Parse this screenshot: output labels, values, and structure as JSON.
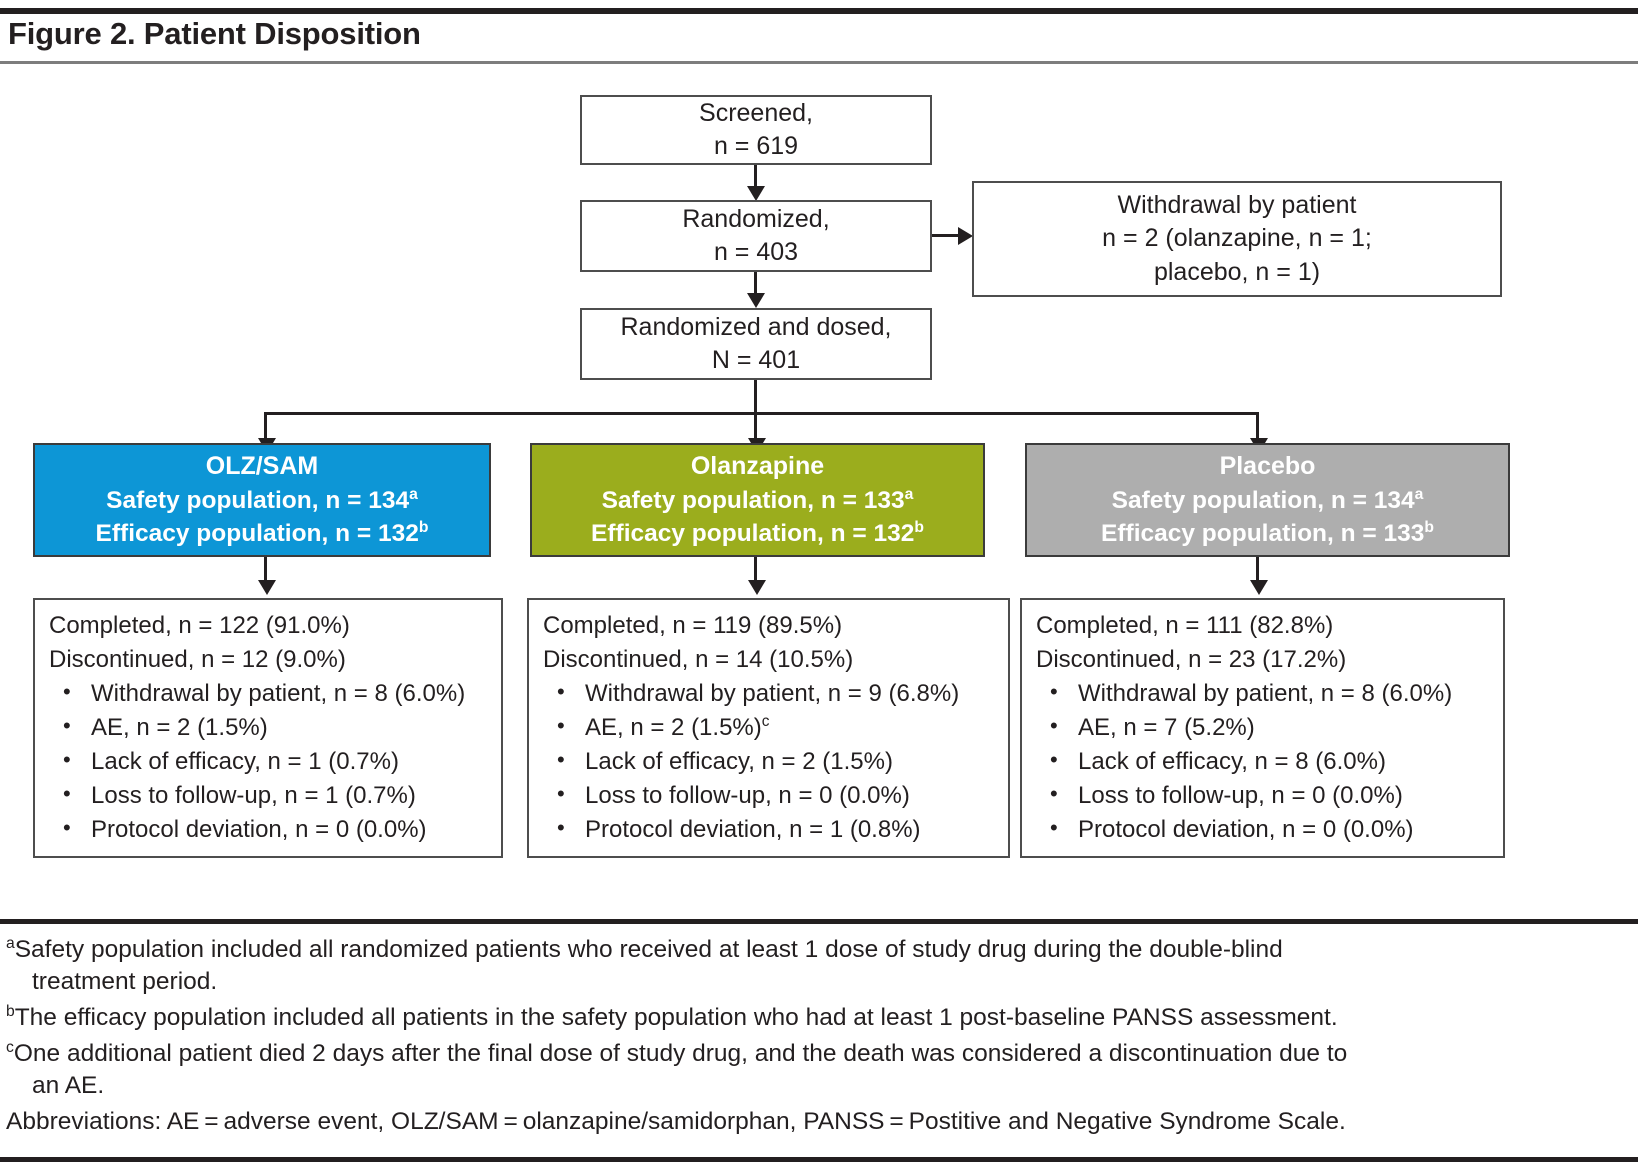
{
  "figure": {
    "title": "Figure 2. Patient Disposition"
  },
  "flow": {
    "screened": {
      "line1": "Screened,",
      "line2": "n = 619"
    },
    "randomized": {
      "line1": "Randomized,",
      "line2": "n = 403"
    },
    "randomized_dosed": {
      "line1": "Randomized and dosed,",
      "line2": "N = 401"
    },
    "withdrawal": {
      "line1": "Withdrawal by patient",
      "line2": "n = 2 (olanzapine, n = 1;",
      "line3": "placebo, n = 1)"
    }
  },
  "arms": [
    {
      "name": "OLZ/SAM",
      "color": "#0d96d6",
      "safety_label": "Safety population, n = 134",
      "safety_sup": "a",
      "efficacy_label": "Efficacy population, n = 132",
      "efficacy_sup": "b",
      "details": {
        "completed": "Completed, n = 122 (91.0%)",
        "discontinued": "Discontinued, n = 12 (9.0%)",
        "reasons": [
          {
            "text": "Withdrawal by patient, n = 8 (6.0%)",
            "sup": ""
          },
          {
            "text": "AE, n = 2 (1.5%)",
            "sup": ""
          },
          {
            "text": "Lack of efficacy, n = 1 (0.7%)",
            "sup": ""
          },
          {
            "text": "Loss to follow-up, n = 1 (0.7%)",
            "sup": ""
          },
          {
            "text": "Protocol deviation, n = 0 (0.0%)",
            "sup": ""
          }
        ]
      }
    },
    {
      "name": "Olanzapine",
      "color": "#9bad1d",
      "safety_label": "Safety population, n = 133",
      "safety_sup": "a",
      "efficacy_label": "Efficacy population, n = 132",
      "efficacy_sup": "b",
      "details": {
        "completed": "Completed, n = 119 (89.5%)",
        "discontinued": "Discontinued, n = 14 (10.5%)",
        "reasons": [
          {
            "text": "Withdrawal by patient, n = 9 (6.8%)",
            "sup": ""
          },
          {
            "text": "AE, n = 2 (1.5%)",
            "sup": "c"
          },
          {
            "text": "Lack of efficacy, n = 2 (1.5%)",
            "sup": ""
          },
          {
            "text": "Loss to follow-up, n = 0 (0.0%)",
            "sup": ""
          },
          {
            "text": "Protocol deviation, n = 1 (0.8%)",
            "sup": ""
          }
        ]
      }
    },
    {
      "name": "Placebo",
      "color": "#aeaeae",
      "safety_label": "Safety population, n = 134",
      "safety_sup": "a",
      "efficacy_label": "Efficacy population, n = 133",
      "efficacy_sup": "b",
      "details": {
        "completed": "Completed, n = 111 (82.8%)",
        "discontinued": "Discontinued, n = 23 (17.2%)",
        "reasons": [
          {
            "text": "Withdrawal by patient, n = 8 (6.0%)",
            "sup": ""
          },
          {
            "text": "AE, n = 7 (5.2%)",
            "sup": ""
          },
          {
            "text": "Lack of efficacy, n = 8 (6.0%)",
            "sup": ""
          },
          {
            "text": "Loss to follow-up, n = 0 (0.0%)",
            "sup": ""
          },
          {
            "text": "Protocol deviation, n = 0 (0.0%)",
            "sup": ""
          }
        ]
      }
    }
  ],
  "bullet_glyph": "•",
  "footnotes": [
    {
      "marker": "a",
      "line1": "Safety population included all randomized patients who received at least 1 dose of study drug during the double-blind",
      "line2": "treatment period."
    },
    {
      "marker": "b",
      "line1": "The efficacy population included all patients in the safety population who had at least 1 post-baseline PANSS assessment.",
      "line2": ""
    },
    {
      "marker": "c",
      "line1": "One additional patient died 2 days after the final dose of study drug, and the death was considered a discontinuation due to",
      "line2": "an AE."
    }
  ],
  "abbreviations": "Abbreviations: AE = adverse event, OLZ/SAM = olanzapine/samidorphan, PANSS = Postitive and Negative Syndrome Scale."
}
